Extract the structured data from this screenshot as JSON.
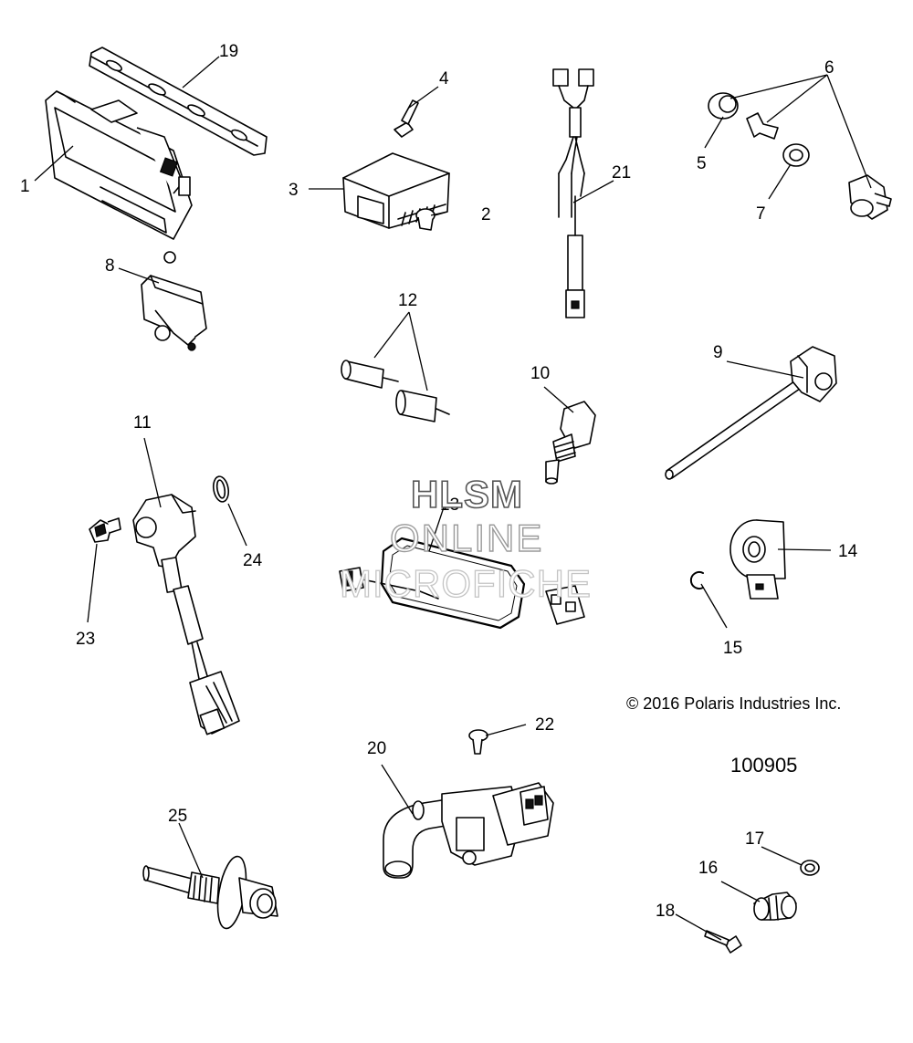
{
  "diagram": {
    "callouts": [
      "1",
      "2",
      "3",
      "4",
      "5",
      "6",
      "7",
      "8",
      "9",
      "10",
      "11",
      "12",
      "13",
      "14",
      "15",
      "16",
      "17",
      "18",
      "19",
      "20",
      "21",
      "22",
      "23",
      "24",
      "25"
    ],
    "copyright": "© 2016 Polaris Industries Inc.",
    "drawing_number": "100905",
    "watermark": {
      "line1": "HLSM",
      "line2": "ONLINE",
      "line3": "MICROFICHE"
    }
  }
}
